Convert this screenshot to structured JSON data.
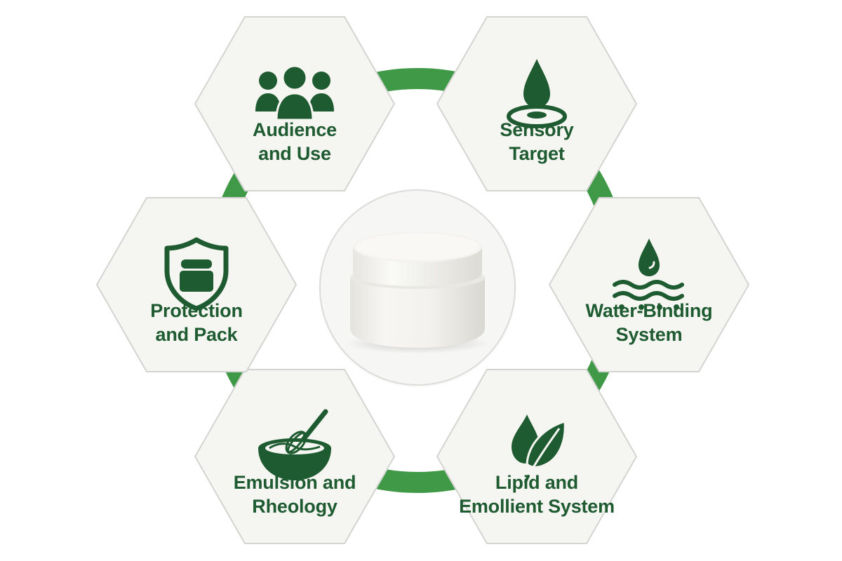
{
  "colors": {
    "accent_green": "#3f9947",
    "dark_green": "#1e5b30",
    "hex_fill": "#f5f5f2",
    "hex_border": "#d4d4d2"
  },
  "center": {
    "image": "cream-jar"
  },
  "nodes": [
    {
      "id": "audience",
      "line1": "Audience",
      "line2": "and Use",
      "icon": "people-group-icon"
    },
    {
      "id": "sensory",
      "line1": "Sensory",
      "line2": "Target",
      "icon": "water-drop-ripple-icon"
    },
    {
      "id": "water",
      "line1": "Water-Binding",
      "line2": "System",
      "icon": "drop-waves-icon"
    },
    {
      "id": "lipid",
      "line1": "Lipid and",
      "line2": "Emollient System",
      "icon": "drop-leaf-icon"
    },
    {
      "id": "emulsion",
      "line1": "Emulsion and",
      "line2": "Rheology",
      "icon": "bowl-whisk-icon"
    },
    {
      "id": "protection",
      "line1": "Protection",
      "line2": "and Pack",
      "icon": "shield-jar-icon"
    }
  ]
}
